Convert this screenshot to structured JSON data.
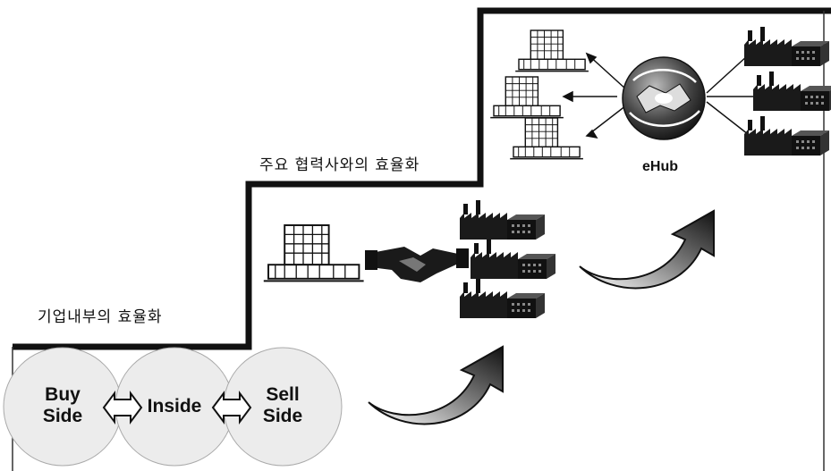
{
  "labels": {
    "stage1": "기업내부의 효율화",
    "stage2": "주요 협력사와의 효율화",
    "hub": "eHub"
  },
  "circles": [
    {
      "line1": "Buy",
      "line2": "Side"
    },
    {
      "line1": "Inside",
      "line2": ""
    },
    {
      "line1": "Sell",
      "line2": "Side"
    }
  ]
}
